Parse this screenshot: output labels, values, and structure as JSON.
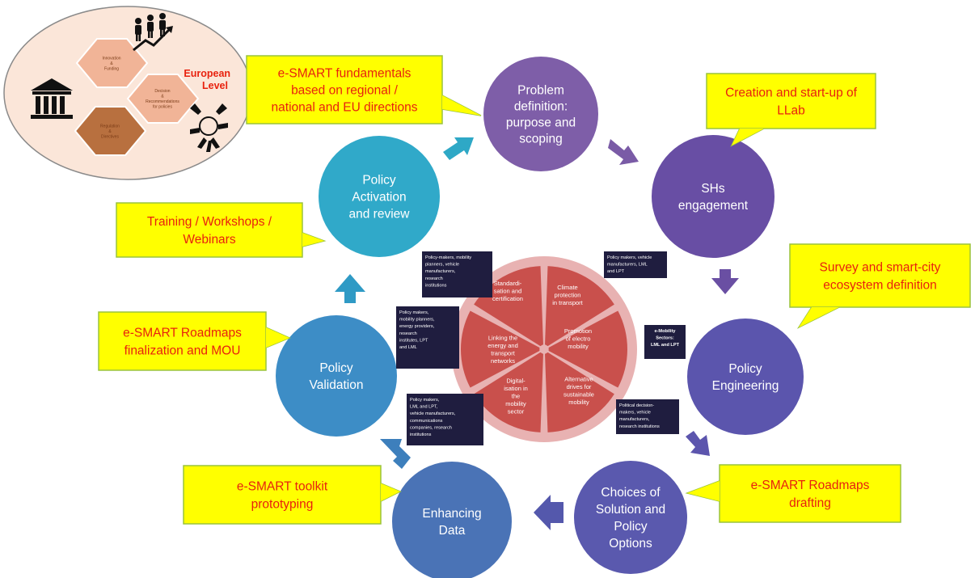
{
  "european": {
    "label_lines": [
      "European",
      "Level"
    ],
    "hex_labels": [
      [
        "Innovation",
        "&",
        "Funding"
      ],
      [
        "Decision",
        "&",
        "Recommendations",
        "for policies"
      ],
      [
        "Regulation",
        "&",
        "Directives"
      ]
    ],
    "icons": [
      "people-growth-icon",
      "institution-icon",
      "hands-icon"
    ]
  },
  "steps": [
    {
      "id": "problem",
      "lines": [
        "Problem",
        "definition:",
        "purpose and",
        "scoping"
      ],
      "color": "#7e5ea8"
    },
    {
      "id": "shs",
      "lines": [
        "SHs",
        "engagement"
      ],
      "color": "#684ea4"
    },
    {
      "id": "engineering",
      "lines": [
        "Policy",
        "Engineering"
      ],
      "color": "#5b55ad"
    },
    {
      "id": "choices",
      "lines": [
        "Choices of",
        "Solution and",
        "Policy",
        "Options"
      ],
      "color": "#5a59ae"
    },
    {
      "id": "enhancing",
      "lines": [
        "Enhancing",
        "Data"
      ],
      "color": "#4a73b6"
    },
    {
      "id": "validation",
      "lines": [
        "Policy",
        "Validation"
      ],
      "color": "#3d8dc6"
    },
    {
      "id": "activation",
      "lines": [
        "Policy",
        "Activation",
        "and review"
      ],
      "color": "#30a9c9"
    }
  ],
  "callouts": [
    {
      "id": "fundamentals",
      "lines": [
        "e-SMART fundamentals",
        "based on regional /",
        "national and EU directions"
      ]
    },
    {
      "id": "llab",
      "lines": [
        "Creation and start-up of",
        "LLab"
      ]
    },
    {
      "id": "training",
      "lines": [
        "Training / Workshops /",
        "Webinars"
      ]
    },
    {
      "id": "survey",
      "lines": [
        "Survey and smart-city",
        "ecosystem definition"
      ]
    },
    {
      "id": "roadmaps-final",
      "lines": [
        "e-SMART Roadmaps",
        "finalization and MOU"
      ]
    },
    {
      "id": "toolkit",
      "lines": [
        "e-SMART toolkit",
        "prototyping"
      ]
    },
    {
      "id": "roadmaps-draft",
      "lines": [
        "e-SMART Roadmaps",
        "drafting"
      ]
    }
  ],
  "segments": [
    {
      "id": "climate",
      "lines": [
        "Climate",
        "protection",
        "in transport"
      ]
    },
    {
      "id": "promotion",
      "lines": [
        "Promotion",
        "of electro",
        "mobility"
      ]
    },
    {
      "id": "alternative",
      "lines": [
        "Alternative",
        "drives for",
        "sustainable",
        "mobility"
      ]
    },
    {
      "id": "digitalisation",
      "lines": [
        "Digital-",
        "isation in",
        "the",
        "mobility",
        "sector"
      ]
    },
    {
      "id": "linking",
      "lines": [
        "Linking the",
        "energy and",
        "transport",
        "networks"
      ]
    },
    {
      "id": "standardisation",
      "lines": [
        "Standardi-",
        "sation and",
        "certification"
      ]
    }
  ],
  "actor_boxes": [
    {
      "id": "box-top-left",
      "lines": [
        "Policy-makers, mobility",
        "planners, vehicle",
        "manufacturers,",
        "research",
        "institutions"
      ]
    },
    {
      "id": "box-top-right",
      "lines": [
        "Policy makers, vehicle",
        "manufacturers, LML",
        "and LPT"
      ]
    },
    {
      "id": "box-left",
      "lines": [
        "Policy makers,",
        "mobility planners,",
        "energy providers,",
        "research",
        "institutes, LPT",
        "and LML"
      ]
    },
    {
      "id": "box-right",
      "lines": [
        "e-Mobility",
        "Sectors:",
        "LML and LPT"
      ]
    },
    {
      "id": "box-bottom-left",
      "lines": [
        "Policy makers,",
        "LML and LPT,",
        "vehicle manufacturers,",
        "communications",
        "companies, research",
        "institutions"
      ]
    },
    {
      "id": "box-bottom-right",
      "lines": [
        "Political decision-",
        "makers, vehicle",
        "manufacturers,",
        "research institutions"
      ]
    }
  ],
  "colors": {
    "callout_fill": "#ffff00",
    "callout_text": "#e8210e",
    "callout_border": "#9ac33c",
    "pie_fill": "#c9504c",
    "pie_ring": "#e8b2b2",
    "box_fill": "#1f1d3f",
    "oval_fill": "#fbe6d9",
    "hex_light": "#f1b497",
    "hex_dark": "#b8703f"
  }
}
